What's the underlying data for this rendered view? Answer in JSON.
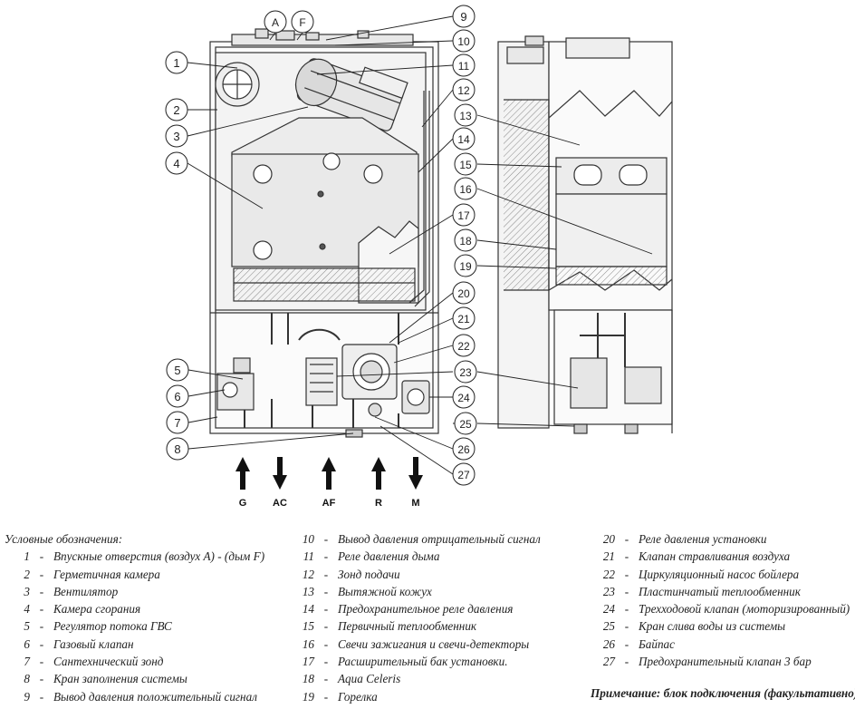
{
  "callouts": {
    "c1": "1",
    "c2": "2",
    "c3": "3",
    "c4": "4",
    "c5": "5",
    "c6": "6",
    "c7": "7",
    "c8": "8",
    "c9": "9",
    "c10": "10",
    "c11": "11",
    "c12": "12",
    "c13": "13",
    "c14": "14",
    "c15": "15",
    "c16": "16",
    "c17": "17",
    "c18": "18",
    "c19": "19",
    "c20": "20",
    "c21": "21",
    "c22": "22",
    "c23": "23",
    "c24": "24",
    "c25": "25",
    "c26": "26",
    "c27": "27",
    "cA": "A",
    "cF": "F"
  },
  "connections": [
    {
      "id": "g",
      "label": "G",
      "direction": "up"
    },
    {
      "id": "ac",
      "label": "AC",
      "direction": "down"
    },
    {
      "id": "af",
      "label": "AF",
      "direction": "up"
    },
    {
      "id": "r",
      "label": "R",
      "direction": "up"
    },
    {
      "id": "m",
      "label": "M",
      "direction": "down"
    }
  ],
  "legend": {
    "title": "Условные обозначения:",
    "col1": [
      {
        "num": "1",
        "text": "Впускные отверстия (воздух А) - (дым F)"
      },
      {
        "num": "2",
        "text": "Герметичная камера"
      },
      {
        "num": "3",
        "text": "Вентилятор"
      },
      {
        "num": "4",
        "text": "Камера сгорания"
      },
      {
        "num": "5",
        "text": "Регулятор потока ГВС"
      },
      {
        "num": "6",
        "text": "Газовый клапан"
      },
      {
        "num": "7",
        "text": "Сантехнический зонд"
      },
      {
        "num": "8",
        "text": "Кран заполнения системы"
      },
      {
        "num": "9",
        "text": "Вывод давления положительный сигнал"
      }
    ],
    "col2": [
      {
        "num": "10",
        "text": "Вывод давления отрицательный сигнал"
      },
      {
        "num": "11",
        "text": "Реле давления дыма"
      },
      {
        "num": "12",
        "text": "Зонд подачи"
      },
      {
        "num": "13",
        "text": "Вытяжной кожух"
      },
      {
        "num": "14",
        "text": "Предохранительное реле давления"
      },
      {
        "num": "15",
        "text": "Первичный теплообменник"
      },
      {
        "num": "16",
        "text": "Свечи зажигания и свечи-детекторы"
      },
      {
        "num": "17",
        "text": "Расширительный бак установки."
      },
      {
        "num": "18",
        "text": "Aqua Celeris"
      },
      {
        "num": "19",
        "text": "Горелка"
      }
    ],
    "col3": [
      {
        "num": "20",
        "text": "Реле давления установки"
      },
      {
        "num": "21",
        "text": "Клапан стравливания воздуха"
      },
      {
        "num": "22",
        "text": "Циркуляционный насос бойлера"
      },
      {
        "num": "23",
        "text": "Пластинчатый теплообменник"
      },
      {
        "num": "24",
        "text": "Трехходовой клапан (моторизированный)"
      },
      {
        "num": "25",
        "text": "Кран слива воды из системы"
      },
      {
        "num": "26",
        "text": "Байпас"
      },
      {
        "num": "27",
        "text": "Предохранительный клапан 3 бар"
      }
    ],
    "separator": "-"
  },
  "note": "Примечание: блок подключения (факультативно)"
}
